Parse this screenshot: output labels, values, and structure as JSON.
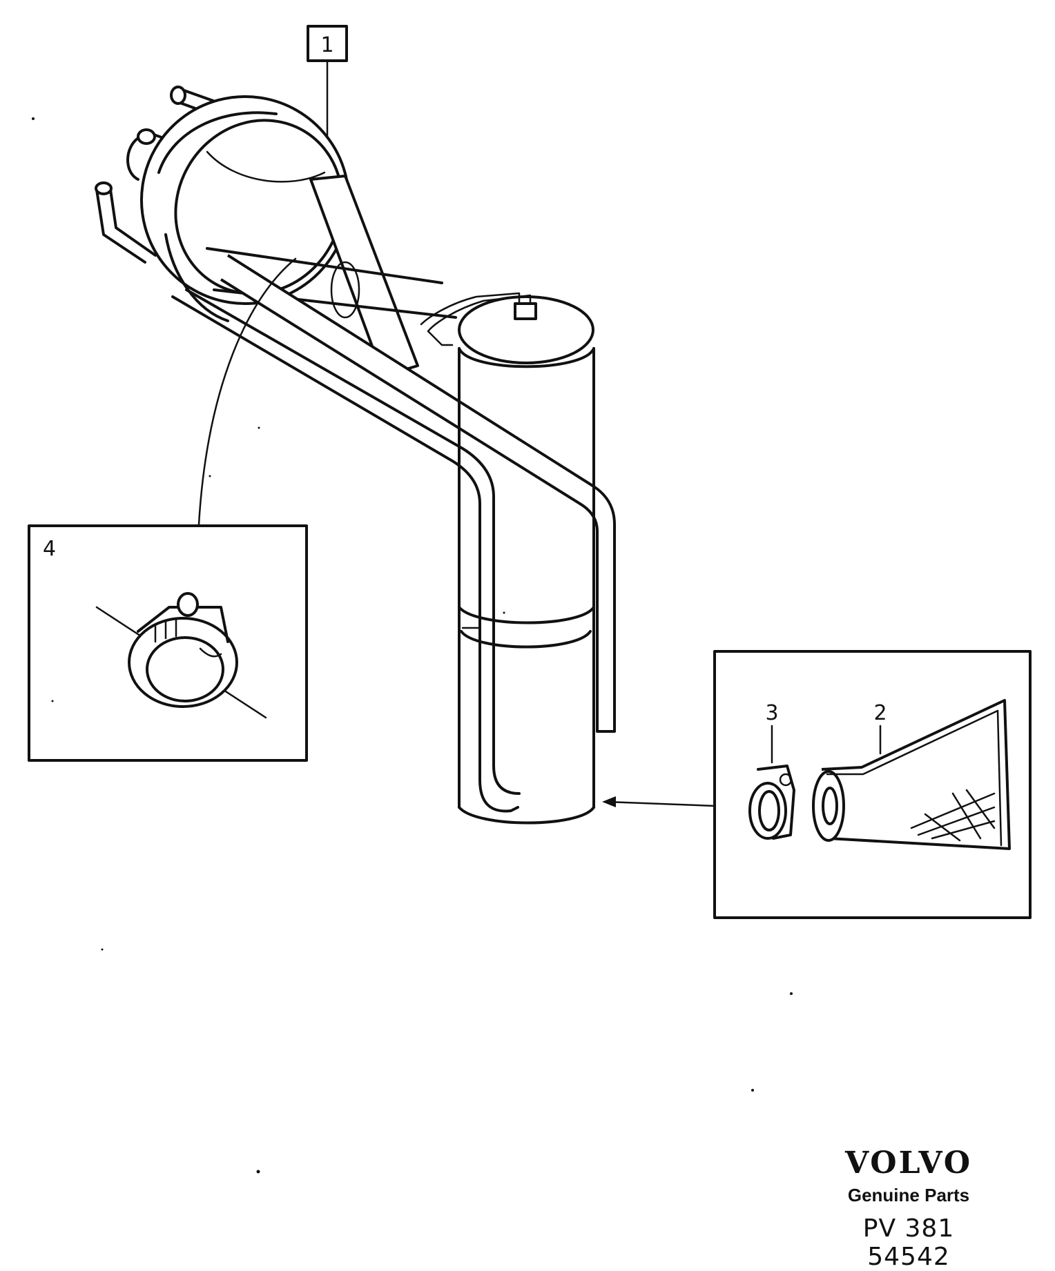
{
  "callouts": [
    {
      "id": "1",
      "label": "1"
    },
    {
      "id": "2",
      "label": "2"
    },
    {
      "id": "3",
      "label": "3"
    },
    {
      "id": "4",
      "label": "4"
    }
  ],
  "brand": {
    "logo_text": "VOLVO",
    "tagline": "Genuine Parts",
    "drawing_code": "PV 381 54542"
  }
}
